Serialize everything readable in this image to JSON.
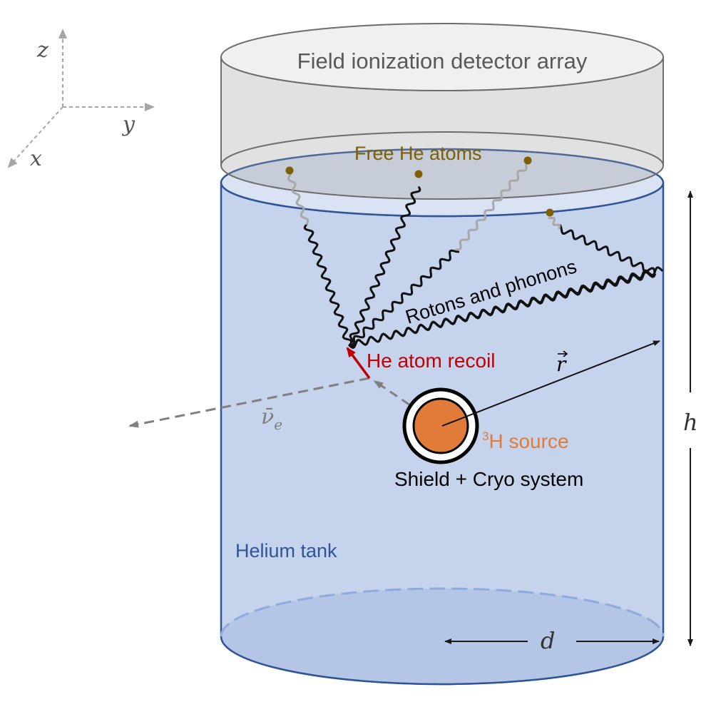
{
  "labels": {
    "detector": "Field ionization detector array",
    "free_atoms": "Free He atoms",
    "rotons": "Rotons and phonons",
    "recoil": "He atom recoil",
    "radius": "r",
    "neutrino": "ν̄",
    "neutrino_sub": "e",
    "source_sup": "3",
    "source": "H source",
    "shield": "Shield + Cryo system",
    "tank": "Helium tank",
    "height": "h",
    "diameter": "d",
    "axis_z": "z",
    "axis_y": "y",
    "axis_x": "x"
  },
  "colors": {
    "tank_fill": "#c5d3ec",
    "tank_stroke": "#2f5597",
    "tank_label": "#2f5597",
    "detector_fill": "#e0e0e0",
    "detector_stroke": "#777777",
    "atom": "#7f6000",
    "source_fill": "#e07b39",
    "source_label": "#e07b39",
    "recoil": "#c00000",
    "wave": "#111111",
    "wave_faint": "#a8a8a8",
    "dashed_gray": "#808080",
    "dim_arrow": "#1a1a1a"
  }
}
